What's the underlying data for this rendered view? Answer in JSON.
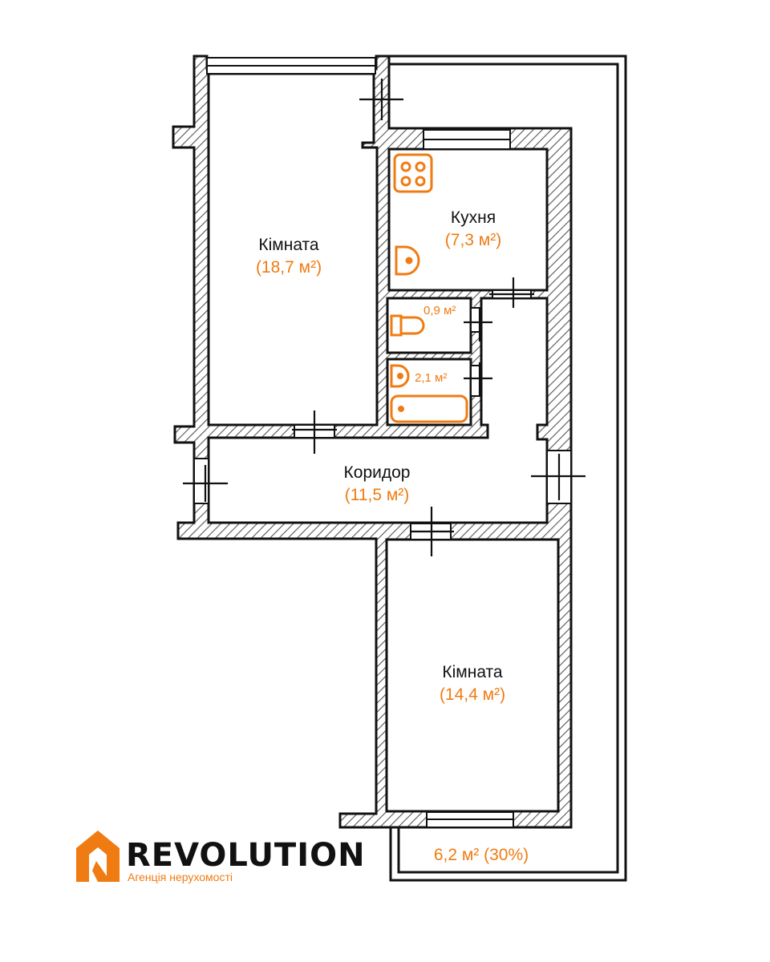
{
  "rooms": {
    "room1": {
      "name": "Кімната",
      "area": "(18,7 м²)"
    },
    "kitchen": {
      "name": "Кухня",
      "area": "(7,3 м²)"
    },
    "toilet": {
      "area": "0,9 м²"
    },
    "bathroom": {
      "area": "2,1 м²"
    },
    "corridor": {
      "name": "Коридор",
      "area": "(11,5 м²)"
    },
    "room2": {
      "name": "Кімната",
      "area": "(14,4 м²)"
    },
    "balcony": {
      "area": "6,2 м² (30%)"
    }
  },
  "brand": {
    "name": "REVOLUTION",
    "tagline": "Агенція нерухомості"
  },
  "colors": {
    "accent": "#f07b12",
    "wall": "#111111"
  },
  "icons": [
    "stove-icon",
    "sink-icon",
    "toilet-icon",
    "bath-sink-icon",
    "bathtub-icon",
    "door-swing-icon",
    "revolution-logo-icon"
  ]
}
